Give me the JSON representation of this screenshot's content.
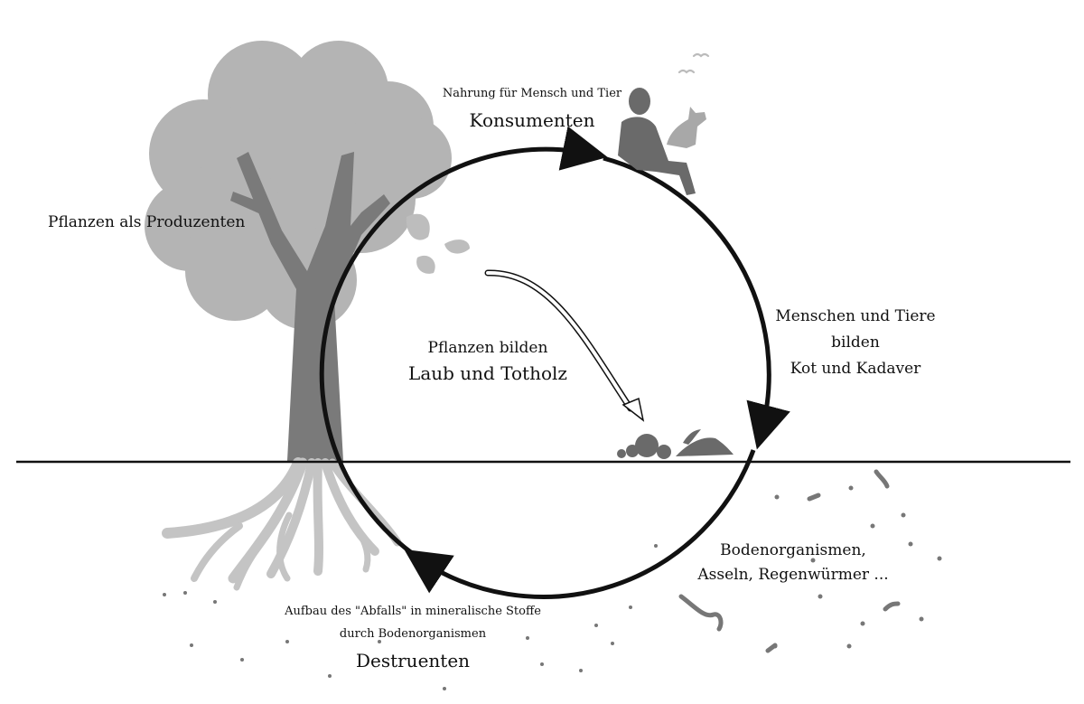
{
  "labels": {
    "producers": "Pflanzen als Produzenten",
    "consumers_sub": "Nahrung für Mensch und Tier",
    "consumers": "Konsumenten",
    "plants_form_line1": "Pflanzen bilden",
    "plants_form_line2": "Laub und Totholz",
    "animals_form_line1": "Menschen und Tiere",
    "animals_form_line2": "bilden",
    "animals_form_line3": "Kot und Kadaver",
    "soil_org_line1": "Bodenorganismen,",
    "soil_org_line2": "Asseln, Regenwürmer ...",
    "decomposers_sub_line1": "Aufbau des \"Abfalls\" in mineralische Stoffe",
    "decomposers_sub_line2": "durch Bodenorganismen",
    "decomposers": "Destruenten"
  },
  "icons": [
    "tree-icon",
    "roots-icon",
    "falling-leaves-icon",
    "person-sitting-icon",
    "dog-icon",
    "birds-icon",
    "droppings-icon",
    "carcass-icon",
    "worms-icon"
  ],
  "colors": {
    "line": "#111111",
    "tree_crown": "#b4b4b4",
    "tree_trunk": "#7a7a7a",
    "roots": "#c4c4c4",
    "person": "#6a6a6a",
    "dog": "#a8a8a8",
    "soil_dots": "#777777"
  }
}
